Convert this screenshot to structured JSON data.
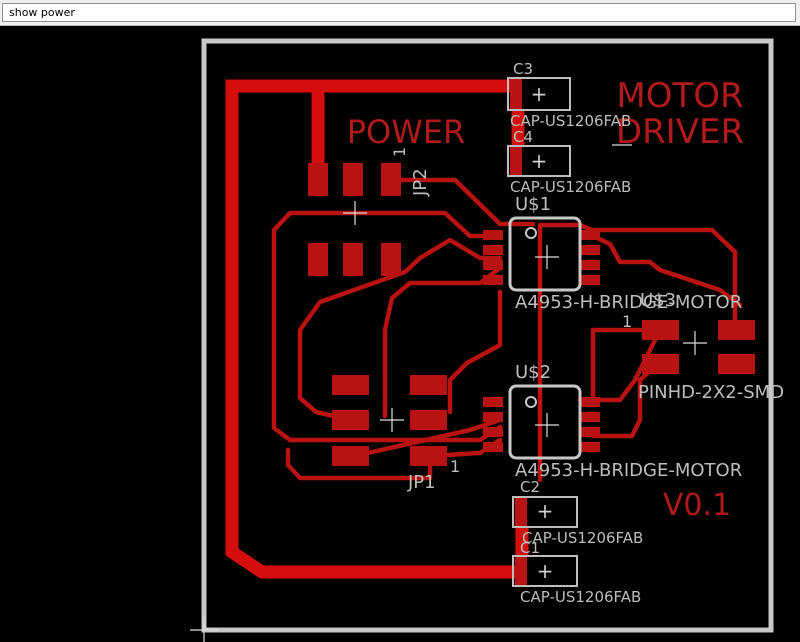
{
  "command_bar": {
    "value": "show power"
  },
  "board": {
    "title_top": "MOTOR",
    "title_bottom": "DRIVER",
    "power_label": "POWER",
    "version": "V0.1",
    "components": {
      "c3": {
        "name": "C3",
        "value": "CAP-US1206FAB"
      },
      "c4": {
        "name": "C4",
        "value": "CAP-US1206FAB"
      },
      "c2": {
        "name": "C2",
        "value": "CAP-US1206FAB"
      },
      "c1": {
        "name": "C1",
        "value": "CAP-US1206FAB"
      },
      "u1": {
        "name": "U$1",
        "value": "A4953-H-BRIDGE-MOTOR"
      },
      "u2": {
        "name": "U$2",
        "value": "A4953-H-BRIDGE-MOTOR"
      },
      "u3": {
        "name": "U$3",
        "value": "PINHD-2X2-SMD"
      },
      "jp1": {
        "name": "JP1",
        "pin1": "1"
      },
      "jp2": {
        "name": "JP2",
        "pin1": "1"
      },
      "u3_pin1": "1"
    }
  }
}
